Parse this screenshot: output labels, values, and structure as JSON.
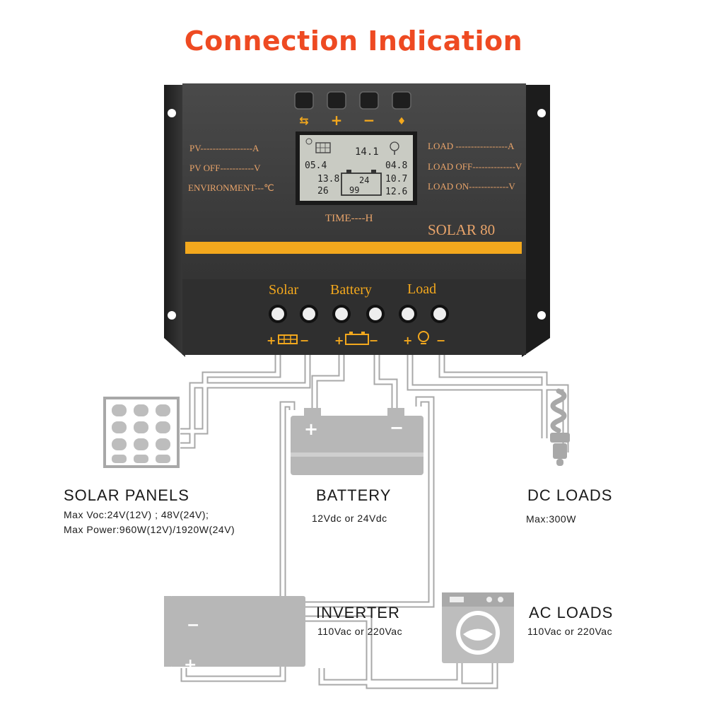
{
  "title": "Connection Indication",
  "controller": {
    "buttons": [
      "⇆",
      "+",
      "−",
      "♦"
    ],
    "left_labels": [
      "PV-----------------A",
      "PV  OFF-----------V",
      "ENVIRONMENT---℃"
    ],
    "right_labels": [
      "LOAD -----------------A",
      "LOAD OFF--------------V",
      "LOAD ON-------------V"
    ],
    "lcd": {
      "top": "14.1",
      "l1": "05.4",
      "l2": "13.8",
      "l3": "26",
      "r1": "04.8",
      "r2": "10.7",
      "r3": "12.6",
      "center_top": "24",
      "center_bottom": "99"
    },
    "time_label": "TIME----H",
    "model": "SOLAR 80",
    "terminal_labels": [
      "Solar",
      "Battery",
      "Load"
    ]
  },
  "components": {
    "solar": {
      "name": "SOLAR  PANELS",
      "line1": "Max  Voc:24V(12V) ; 48V(24V);",
      "line2": "Max  Power:960W(12V)/1920W(24V)"
    },
    "battery": {
      "name": "BATTERY",
      "line1": "12Vdc  or  24Vdc"
    },
    "dc_loads": {
      "name": "DC  LOADS",
      "line1": "Max:300W"
    },
    "inverter": {
      "name": "INVERTER",
      "line1": "110Vac  or  220Vac"
    },
    "ac_loads": {
      "name": "AC  LOADS",
      "line1": "110Vac  or  220Vac"
    }
  },
  "colors": {
    "title": "#ee4a22",
    "panel": "#3a3a3a",
    "accent": "#f3a81d",
    "lcd": "#c9cbc3",
    "wire": "#a8a8a8",
    "label_text": "#e9a46a"
  }
}
